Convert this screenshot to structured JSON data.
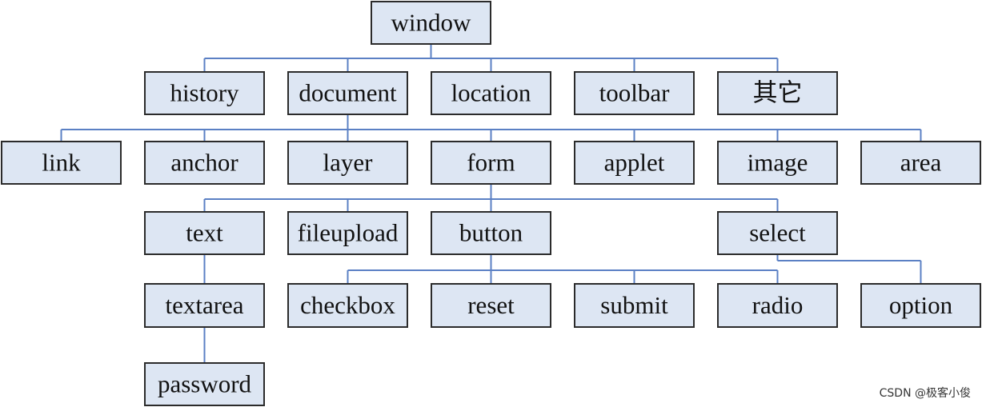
{
  "diagram": {
    "colors": {
      "box_fill": "#dde6f3",
      "box_stroke": "#2b2b2b",
      "edge": "#5b80c4",
      "text": "#111111"
    },
    "nodes": [
      {
        "id": "window",
        "label": "window"
      },
      {
        "id": "history",
        "label": "history"
      },
      {
        "id": "document",
        "label": "document"
      },
      {
        "id": "location",
        "label": "location"
      },
      {
        "id": "toolbar",
        "label": "toolbar"
      },
      {
        "id": "other",
        "label": "其它"
      },
      {
        "id": "link",
        "label": "link"
      },
      {
        "id": "anchor",
        "label": "anchor"
      },
      {
        "id": "layer",
        "label": "layer"
      },
      {
        "id": "form",
        "label": "form"
      },
      {
        "id": "applet",
        "label": "applet"
      },
      {
        "id": "image",
        "label": "image"
      },
      {
        "id": "area",
        "label": "area"
      },
      {
        "id": "text",
        "label": "text"
      },
      {
        "id": "fileupload",
        "label": "fileupload"
      },
      {
        "id": "button",
        "label": "button"
      },
      {
        "id": "select",
        "label": "select"
      },
      {
        "id": "textarea",
        "label": "textarea"
      },
      {
        "id": "checkbox",
        "label": "checkbox"
      },
      {
        "id": "reset",
        "label": "reset"
      },
      {
        "id": "submit",
        "label": "submit"
      },
      {
        "id": "radio",
        "label": "radio"
      },
      {
        "id": "option",
        "label": "option"
      },
      {
        "id": "password",
        "label": "password"
      }
    ],
    "edges": [
      {
        "from": "window",
        "to": [
          "history",
          "document",
          "location",
          "toolbar",
          "other"
        ]
      },
      {
        "from": "document",
        "to": [
          "link",
          "anchor",
          "layer",
          "form",
          "applet",
          "image",
          "area"
        ]
      },
      {
        "from": "form",
        "to": [
          "text",
          "fileupload",
          "button",
          "select"
        ]
      },
      {
        "from": "button",
        "to": [
          "checkbox",
          "reset",
          "submit",
          "radio"
        ]
      },
      {
        "from": "select",
        "to": [
          "option"
        ]
      },
      {
        "from": "text",
        "to": [
          "textarea"
        ]
      },
      {
        "from": "textarea",
        "to": [
          "password"
        ]
      }
    ]
  },
  "watermark": "CSDN @极客小俊"
}
